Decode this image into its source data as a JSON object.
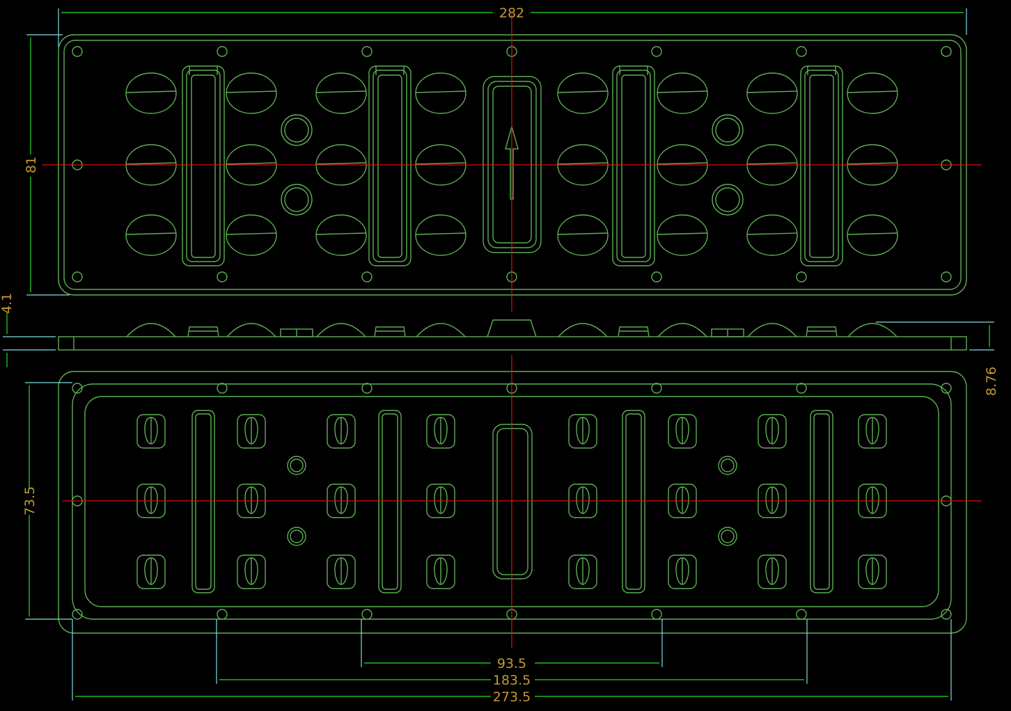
{
  "drawing": {
    "views": [
      "top-view",
      "side-view",
      "bottom-view"
    ],
    "dimensions": {
      "overall_length": "282",
      "top_width": "81",
      "base_thickness": "4.1",
      "total_height": "8.76",
      "bottom_width": "73.5",
      "hole_spacing_inner": "93.5",
      "hole_spacing_middle": "183.5",
      "hole_spacing_outer": "273.5"
    },
    "colors": {
      "outline": "#5fae55",
      "centerline": "#e01010",
      "dimension": "#22e022",
      "extension": "#7fdede",
      "text": "#c39a34"
    }
  }
}
